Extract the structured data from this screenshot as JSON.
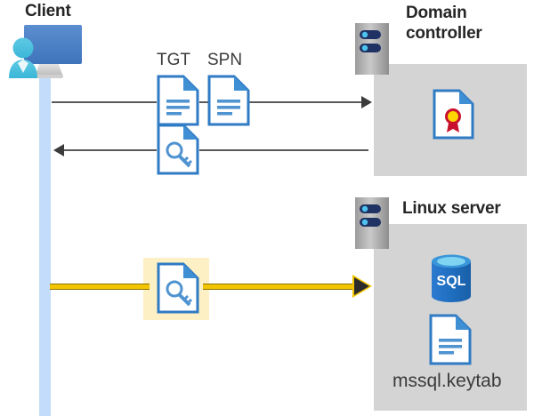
{
  "diagram": {
    "title_client": "Client",
    "title_domain_controller": "Domain\ncontroller",
    "title_domain_controller_line1": "Domain",
    "title_domain_controller_line2": "controller",
    "title_linux_server": "Linux server",
    "labels": {
      "tgt": "TGT",
      "spn": "SPN",
      "keytab_filename": "mssql.keytab"
    },
    "icons": {
      "client": "client-user-monitor-icon",
      "server_rack_dc": "server-rack-icon",
      "server_rack_linux": "server-rack-icon",
      "tgt_document": "document-icon",
      "spn_document": "document-icon",
      "ticket_key_document": "document-key-icon",
      "service_ticket_key_document": "document-key-icon",
      "certificate": "certificate-document-icon",
      "sql_database": "sql-database-icon",
      "keytab_document": "document-icon"
    },
    "flows": [
      {
        "id": "request-ticket",
        "direction": "right",
        "from": "Client",
        "to": "Domain controller",
        "carries": [
          "TGT",
          "SPN"
        ],
        "style": "gray"
      },
      {
        "id": "issue-ticket",
        "direction": "left",
        "from": "Domain controller",
        "to": "Client",
        "carries": [
          "service ticket"
        ],
        "style": "gray"
      },
      {
        "id": "present-ticket",
        "direction": "right",
        "from": "Client",
        "to": "Linux server",
        "carries": [
          "service ticket"
        ],
        "style": "yellow-highlighted"
      }
    ],
    "colors": {
      "lifeline": "#c3dcfb",
      "server_box": "#d4d4d4",
      "highlight": "#fdf0c4",
      "yellow_arrow": "#f2c500",
      "gray_arrow": "#3b3b3b",
      "doc_blue": "#2f7bc4",
      "sql_blue": "#1f6ec0",
      "title_text": "#262626"
    }
  }
}
